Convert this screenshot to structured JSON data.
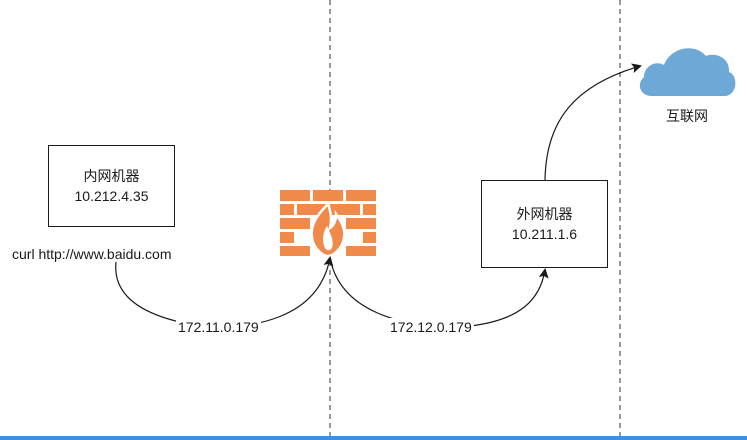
{
  "inner_machine": {
    "title": "内网机器",
    "ip": "10.212.4.35"
  },
  "command": "curl http://www.baidu.com",
  "outer_machine": {
    "title": "外网机器",
    "ip": "10.211.1.6"
  },
  "cloud_label": "互联网",
  "edge_labels": {
    "inner_to_firewall": "172.11.0.179",
    "firewall_to_outer": "172.12.0.179"
  },
  "colors": {
    "firewall": "#f08a4b",
    "cloud": "#6ea8d6",
    "accent_bar": "#3d8fe0"
  },
  "icons": {
    "firewall": "firewall-icon",
    "cloud": "cloud-icon"
  }
}
